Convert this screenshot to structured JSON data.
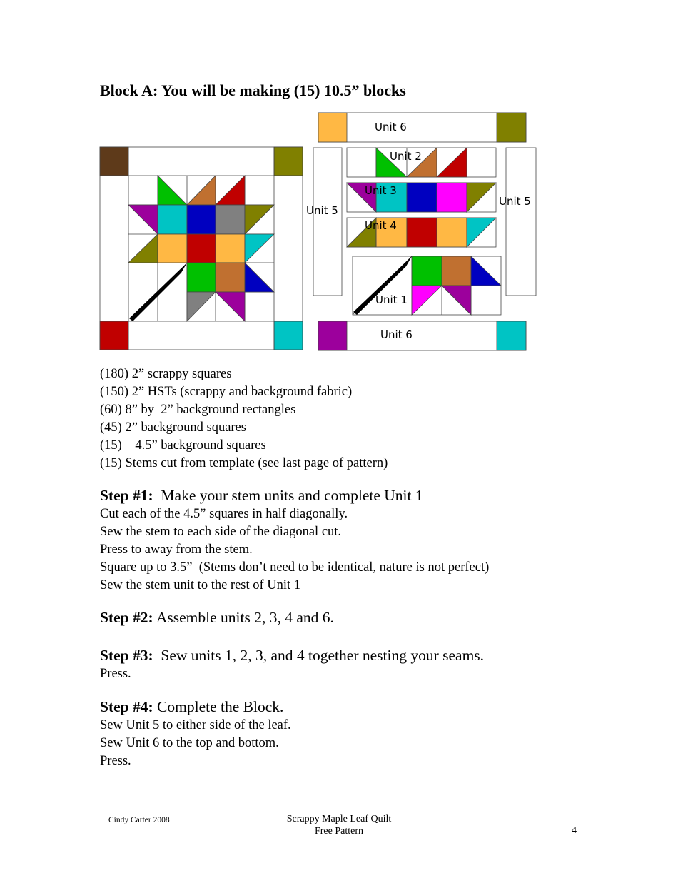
{
  "title": "Block A: You will be making (15) 10.5” blocks",
  "diagram": {
    "unit_labels": {
      "unit6_top": "Unit 6",
      "unit6_bottom": "Unit 6",
      "unit5_left": "Unit 5",
      "unit5_right": "Unit 5",
      "unit2": "Unit 2",
      "unit3": "Unit 3",
      "unit4": "Unit 4",
      "unit1": "Unit 1"
    },
    "colors": {
      "brown": "#5e3a1a",
      "olive": "#808000",
      "green": "#00c000",
      "copper": "#c07030",
      "red": "#c00000",
      "purple": "#9c009c",
      "cyan": "#00c4c4",
      "blue": "#0000c0",
      "gray": "#808080",
      "orange": "#ffb844",
      "magenta": "#ff00ff"
    }
  },
  "cutting_list": [
    "(180) 2” scrappy squares",
    "(150) 2” HSTs (scrappy and background fabric)",
    "(60) 8” by  2” background rectangles",
    "(45) 2” background squares",
    "(15)    4.5” background squares",
    "(15) Stems cut from template (see last page of pattern)"
  ],
  "steps": [
    {
      "label": "Step #1:",
      "heading": "  Make your stem units and complete Unit 1",
      "lines": [
        "Cut each of the 4.5” squares in half diagonally.",
        "Sew the stem to each side of the diagonal cut.",
        "Press to away from the stem.",
        "Square up to 3.5”  (Stems don’t need to be identical, nature is not perfect)",
        "Sew the stem unit to the rest of Unit 1"
      ]
    },
    {
      "label": "Step #2:",
      "heading": " Assemble units 2, 3, 4 and 6.",
      "lines": []
    },
    {
      "label": "Step #3:",
      "heading": "  Sew units 1, 2, 3, and 4 together nesting your seams.",
      "lines": [
        "Press."
      ]
    },
    {
      "label": "Step #4:",
      "heading": " Complete the Block.",
      "lines": [
        "Sew Unit 5 to either side of the leaf.",
        "Sew Unit 6 to the top and bottom.",
        "Press."
      ]
    }
  ],
  "footer": {
    "author": "Cindy Carter 2008",
    "title_line1": "Scrappy Maple Leaf Quilt",
    "title_line2": "Free Pattern",
    "page_number": "4"
  }
}
